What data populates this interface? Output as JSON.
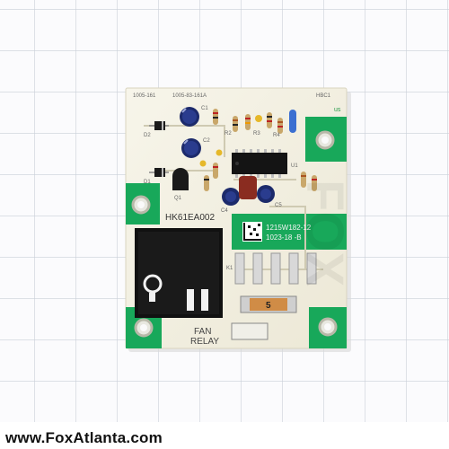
{
  "photo": {
    "board_part_number": "HK61EA002",
    "relay_model": "1215W182-12",
    "relay_code": "1023-18 -B",
    "fuse_rating": "5",
    "relay_labels": [
      "FAN",
      "RELAY"
    ],
    "silkscreen_top_left": "1005-161",
    "silkscreen_top_mid": "1005-83-161A",
    "silkscreen_top_right": "HBC1",
    "cert_mark": "us",
    "component_labels": [
      "D2",
      "D1",
      "C1",
      "C2",
      "R2",
      "R3",
      "R4",
      "C4",
      "C5",
      "Q1",
      "U1",
      "K1"
    ],
    "watermark": "FOX",
    "colors": {
      "board": "#f4f1e4",
      "solder_mask": "#18a85a",
      "background_grid": "#c9cfd8",
      "relay": "#111111"
    }
  },
  "footer": {
    "website": "www.FoxAtlanta.com"
  }
}
